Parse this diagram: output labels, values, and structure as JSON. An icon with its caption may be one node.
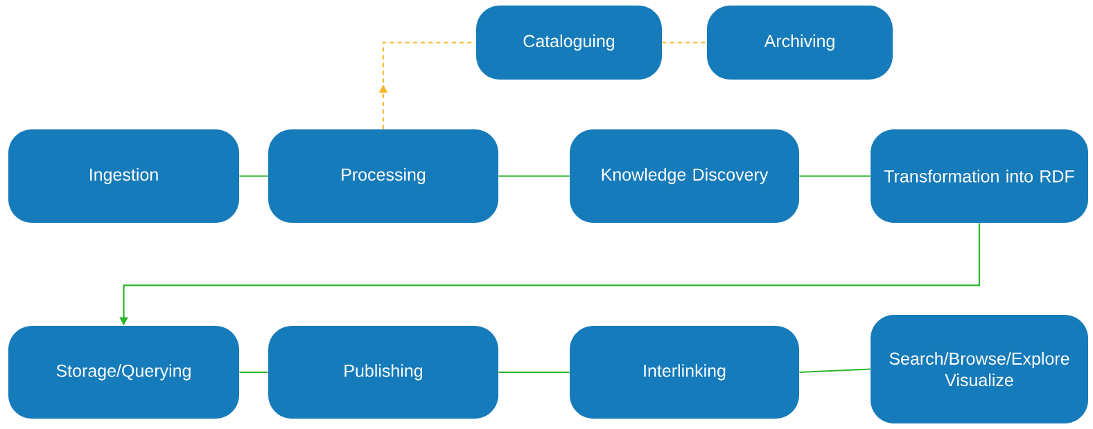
{
  "diagram": {
    "nodes": [
      {
        "text": [
          "Cataloguing"
        ]
      },
      {
        "text": [
          "Archiving"
        ]
      },
      {
        "text": [
          "Ingestion"
        ]
      },
      {
        "text": [
          "Processing"
        ]
      },
      {
        "text": [
          "Knowledge Discovery"
        ]
      },
      {
        "text": [
          "Transformation into RDF"
        ]
      },
      {
        "text": [
          "Storage/Querying"
        ]
      },
      {
        "text": [
          "Publishing"
        ]
      },
      {
        "text": [
          "Interlinking"
        ]
      },
      {
        "text": [
          "Search/Browse/Explore Visualize"
        ]
      }
    ],
    "edges": [
      {
        "from": 3,
        "to": 0,
        "arrow": "to",
        "style": "dashed",
        "color": "#f8b92d"
      },
      {
        "from": 0,
        "to": 1,
        "arrow": "none",
        "style": "dashed",
        "color": "#f8b92d"
      },
      {
        "from": 2,
        "to": 3,
        "arrow": "none"
      },
      {
        "from": 3,
        "to": 4,
        "arrow": "none"
      },
      {
        "from": 4,
        "to": 5,
        "arrow": "none"
      },
      {
        "from": 5,
        "to": 6,
        "arrow": "to"
      },
      {
        "from": 6,
        "to": 7,
        "arrow": "none"
      },
      {
        "from": 7,
        "to": 8,
        "arrow": "none"
      },
      {
        "from": 8,
        "to": 9,
        "arrow": "none"
      }
    ]
  }
}
